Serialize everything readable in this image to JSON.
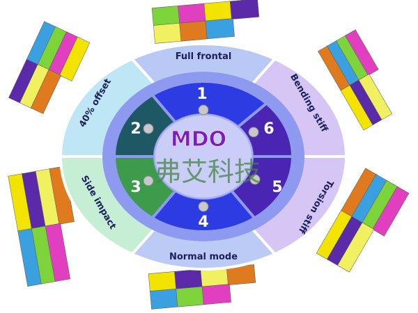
{
  "center": {
    "label": "MDO",
    "watermark": "弗艾科技"
  },
  "disciplines": [
    {
      "id": 1,
      "number": "1",
      "label": "Full frontal"
    },
    {
      "id": 2,
      "number": "2",
      "label": "40% offset"
    },
    {
      "id": 3,
      "number": "3",
      "label": "Side impact"
    },
    {
      "id": 4,
      "number": "4",
      "label": "Normal mode"
    },
    {
      "id": 5,
      "number": "5",
      "label": "Torsion stiff"
    },
    {
      "id": 6,
      "number": "6",
      "label": "Bending stiff"
    }
  ],
  "colors": {
    "outer_top": "#b9c8f5",
    "outer_topleft": "#bfe6f5",
    "outer_bottomleft": "#c6eed4",
    "outer_right": "#d6c6f6",
    "outer_bottom": "#bccaf6",
    "mid_ring": "#8e9af0",
    "inner_1": "#2c3ce2",
    "inner_2": "#1e5864",
    "inner_3": "#3c9c4c",
    "inner_4": "#2c3ce2",
    "inner_56": "#4a24b2",
    "center": "#c9cdf7",
    "mdo_text": "#7a1fb8"
  }
}
